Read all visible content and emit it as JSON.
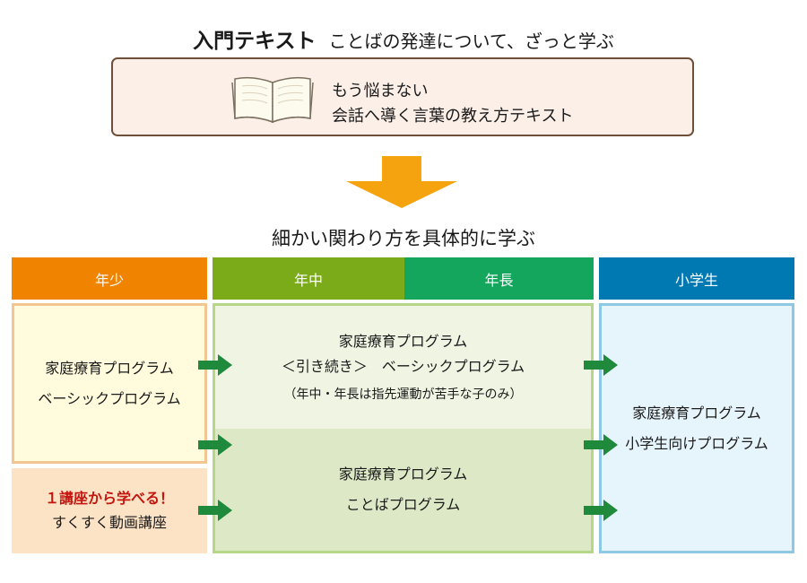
{
  "header": {
    "title_main": "入門テキスト",
    "title_sub": "ことばの発達について、ざっと学ぶ"
  },
  "text_box": {
    "line1": "もう悩まない",
    "line2": "会話へ導く言葉の教え方テキスト"
  },
  "section_title": "細かい関わり方を具体的に学ぶ",
  "columns": {
    "nensho": "年少",
    "nenchu": "年中",
    "nencho": "年長",
    "shogaku": "小学生"
  },
  "boxes": {
    "nensho": {
      "line1": "家庭療育プログラム",
      "line2": "ベーシックプログラム"
    },
    "video": {
      "highlight": "１講座から学べる！",
      "line": "すくすく動画講座"
    },
    "mid_top": {
      "line1": "家庭療育プログラム",
      "line2": "＜引き続き＞　ベーシックプログラム",
      "note": "（年中・年長は指先運動が苦手な子のみ）"
    },
    "mid_bottom": {
      "line1": "家庭療育プログラム",
      "line2": "ことばプログラム"
    },
    "shogaku": {
      "line1": "家庭療育プログラム",
      "line2": "小学生向けプログラム"
    }
  },
  "colors": {
    "nensho": "#f08300",
    "nenchu": "#7bab18",
    "nencho": "#14a65c",
    "shogaku": "#0079b3",
    "down_arrow": "#f5a30f",
    "flow_arrow": "#1f8a3c"
  }
}
